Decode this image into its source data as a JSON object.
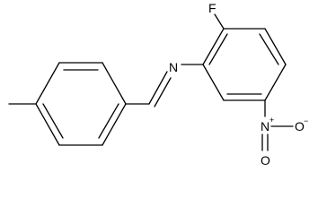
{
  "molecule": {
    "atoms": {
      "fluorine": "F",
      "imine_nitrogen": "N",
      "nitro_nitrogen": "N",
      "nitro_nitrogen_charge": "+",
      "nitro_oxygen_right": "O",
      "nitro_oxygen_right_charge": "−",
      "nitro_oxygen_bottom": "O"
    }
  }
}
